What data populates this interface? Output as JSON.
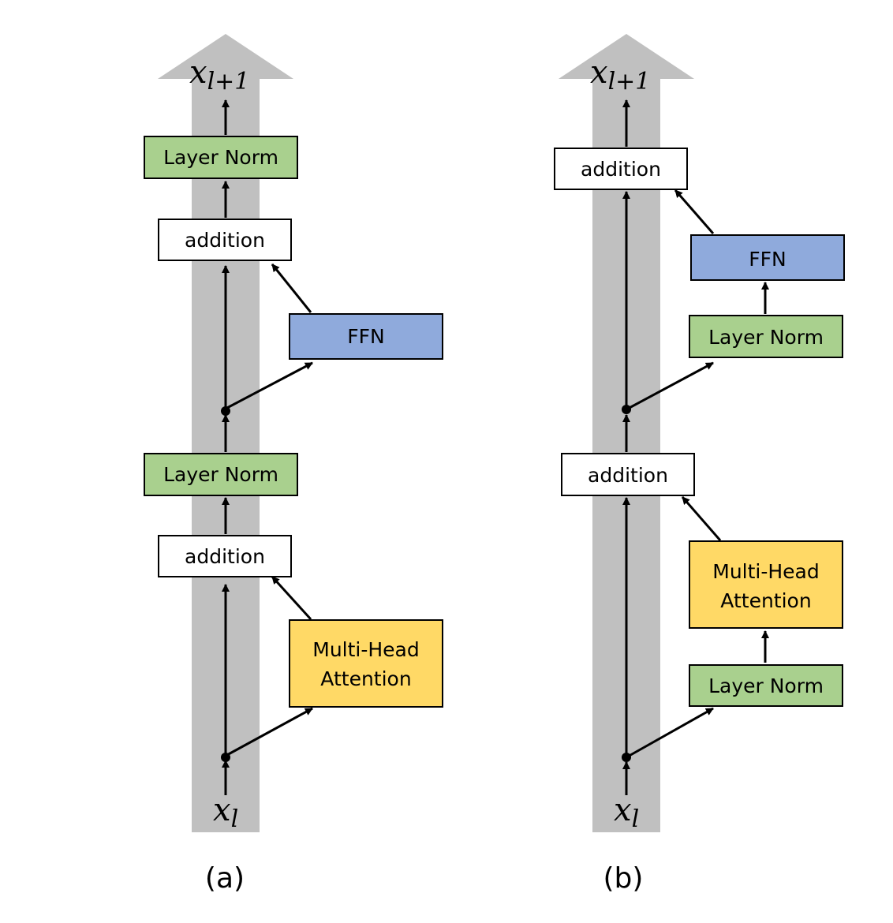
{
  "panels": [
    {
      "caption": "(a)",
      "input_var": "x",
      "input_sub": "l",
      "output_var": "x",
      "output_sub": "l+1",
      "boxes": {
        "ln_top": "Layer Norm",
        "add_top": "addition",
        "ffn": "FFN",
        "ln_mid": "Layer Norm",
        "add_bottom": "addition",
        "mha_line1": "Multi-Head",
        "mha_line2": "Attention"
      }
    },
    {
      "caption": "(b)",
      "input_var": "x",
      "input_sub": "l",
      "output_var": "x",
      "output_sub": "l+1",
      "boxes": {
        "add_top": "addition",
        "ffn": "FFN",
        "ln_ffn": "Layer Norm",
        "add_bottom": "addition",
        "mha_line1": "Multi-Head",
        "mha_line2": "Attention",
        "ln_mha": "Layer Norm"
      }
    }
  ],
  "colors": {
    "residual_stream": "#c0c0c0",
    "layer_norm": "#a9d08e",
    "ffn": "#8faadc",
    "attention": "#ffd966",
    "addition": "#ffffff",
    "stroke": "#000000"
  }
}
